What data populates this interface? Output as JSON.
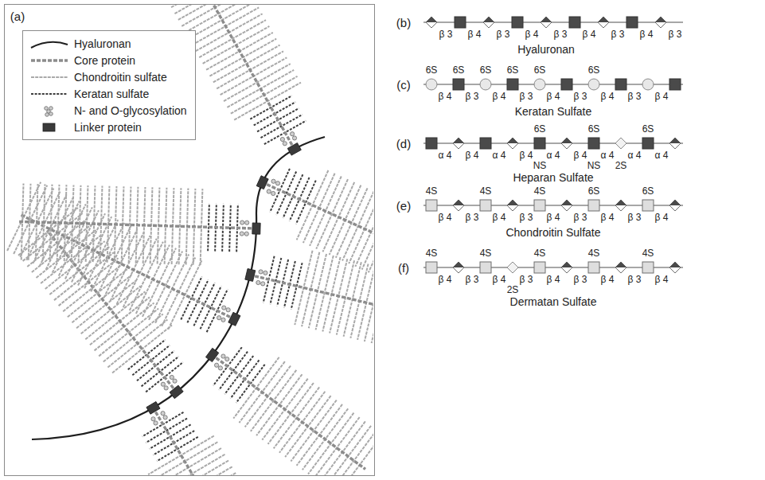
{
  "diagram": {
    "labels": [
      "(a)",
      "(b)",
      "β 3",
      "β 4",
      "β 3",
      "β 4",
      "β 3",
      "β 4",
      "β 3",
      "β 4",
      "β 3",
      "Hyaluronan",
      "(c)",
      "6S",
      "6S",
      "6S",
      "6S",
      "6S",
      "6S",
      "β 4",
      "β 3",
      "β 4",
      "β 3",
      "β 4",
      "β 3",
      "β 4",
      "β 3",
      "β 4",
      "Keratan Sulfate",
      "(d)",
      "6S",
      "6S",
      "6S",
      "α 4",
      "β 4",
      "α 4",
      "β 4",
      "α 4",
      "β 4",
      "α 4",
      "α 4",
      "α 4",
      "NS",
      "NS",
      "2S",
      "Heparan Sulfate",
      "(e)",
      "4S",
      "4S",
      "4S",
      "6S",
      "6S",
      "β 4",
      "β 3",
      "β 4",
      "β 3",
      "β 4",
      "β 3",
      "β 4",
      "β 3",
      "β 4",
      "Chondroitin Sulfate",
      "(f)",
      "4S",
      "4S",
      "4S",
      "4S",
      "4S",
      "β 4",
      "β 3",
      "β 4",
      "β 3",
      "β 4",
      "β 3",
      "β 4",
      "β 3",
      "β 4",
      "2S",
      "Dermatan Sulfate"
    ],
    "legend": [
      {
        "text": "Hyaluronan"
      },
      {
        "text": "Core protein"
      },
      {
        "text": "Chondroitin sulfate"
      },
      {
        "text": "Keratan sulfate"
      },
      {
        "text": "N- and O-glycosylation"
      },
      {
        "text": "Linker protein"
      }
    ]
  }
}
